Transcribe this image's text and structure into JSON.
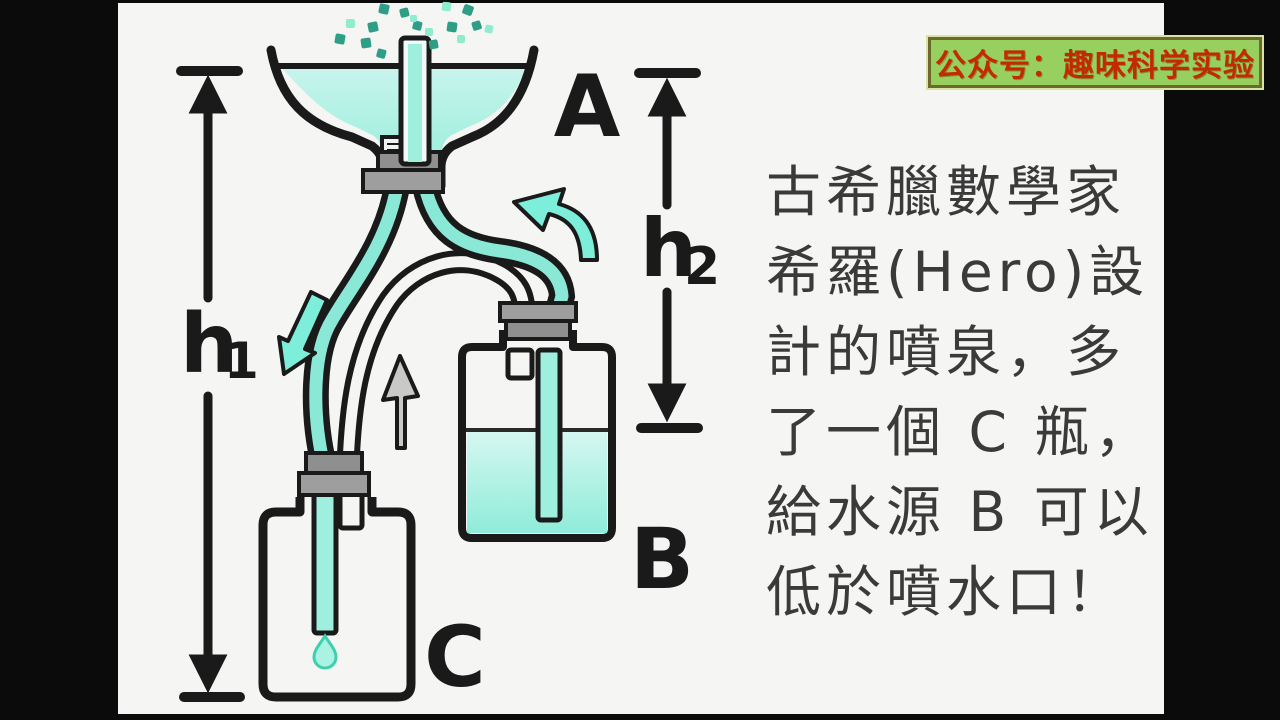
{
  "scene": {
    "background_color": "#0b0b0b",
    "panel_color": "#f5f5f3"
  },
  "banner": {
    "text": "公众号：趣味科学实验",
    "bg_color": "#98d05f",
    "text_color": "#c22b00",
    "border_color": "#6f682b"
  },
  "description": {
    "text_color": "#3a3a3a",
    "lines": [
      "古希臘數學家",
      "希羅(Hero)設",
      "計的噴泉，多",
      "了一個 C 瓶，",
      "給水源 B 可以",
      "低於噴水口！"
    ]
  },
  "diagram": {
    "labels": {
      "basin": "A",
      "bottle_b": "B",
      "bottle_c": "C"
    },
    "measures": {
      "h1": {
        "base": "h",
        "sub": "1"
      },
      "h2": {
        "base": "h",
        "sub": "2"
      }
    },
    "colors": {
      "outline": "#1a1a1a",
      "water": "#8fecd9",
      "water_light": "#d2f6f0",
      "tube_water": "#8ae9d6",
      "stopper_gray": "#969696",
      "arrow_teal": "#7deed9",
      "arrow_gray": "#c9c9c7",
      "spray_dark": "#2e9e86",
      "spray_light": "#8feccf",
      "droplet_fill": "#aaf2e2",
      "droplet_stroke": "#3fcfae"
    }
  }
}
